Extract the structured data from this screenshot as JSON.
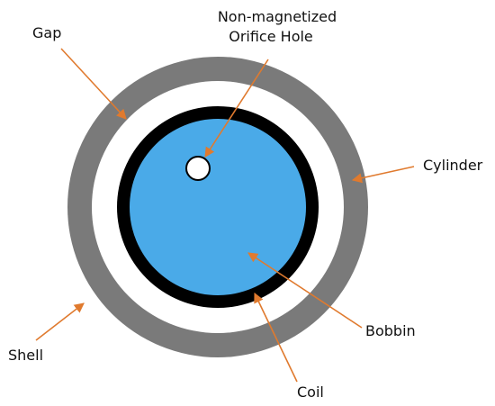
{
  "colors": {
    "shell": "#7a7a7a",
    "gap": "#ffffff",
    "coil": "#000000",
    "bobbin": "#4aaae8",
    "leader": "#e07a2e"
  },
  "labels": {
    "gap": "Gap",
    "orifice_line1": "Non-magnetized",
    "orifice_line2": "Orifice Hole",
    "cylinder": "Cylinder",
    "shell": "Shell",
    "bobbin": "Bobbin",
    "coil": "Coil"
  }
}
